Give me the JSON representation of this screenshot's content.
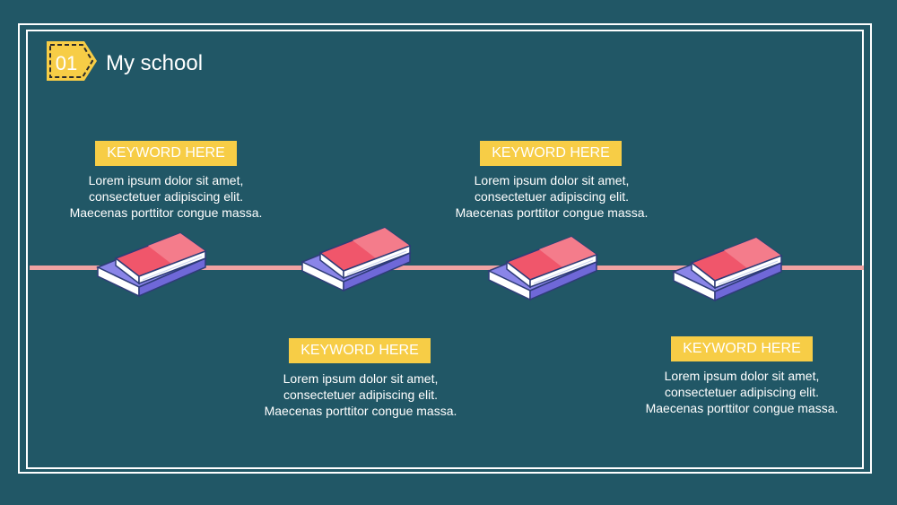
{
  "header": {
    "number": "01",
    "title": "My school"
  },
  "items": [
    {
      "keyword": "KEYWORD HERE",
      "lines": [
        "Lorem ipsum dolor sit amet,",
        "consectetuer adipiscing elit.",
        "Maecenas porttitor congue massa."
      ]
    },
    {
      "keyword": "KEYWORD HERE",
      "lines": [
        "Lorem ipsum dolor sit amet,",
        "consectetuer adipiscing elit.",
        "Maecenas porttitor congue massa."
      ]
    },
    {
      "keyword": "KEYWORD HERE",
      "lines": [
        "Lorem ipsum dolor sit amet,",
        "consectetuer adipiscing elit.",
        "Maecenas porttitor congue massa."
      ]
    },
    {
      "keyword": "KEYWORD HERE",
      "lines": [
        "Lorem ipsum dolor sit amet,",
        "consectetuer adipiscing elit.",
        "Maecenas porttitor congue massa."
      ]
    }
  ],
  "icons": {
    "badge": "tag-badge-icon",
    "book": "book-stack-icon"
  },
  "colors": {
    "background": "#215766",
    "accent": "#f7cd46",
    "timeline": "#f0a3a3",
    "book_top": "#f0566b",
    "book_bottom": "#8a85e8"
  }
}
